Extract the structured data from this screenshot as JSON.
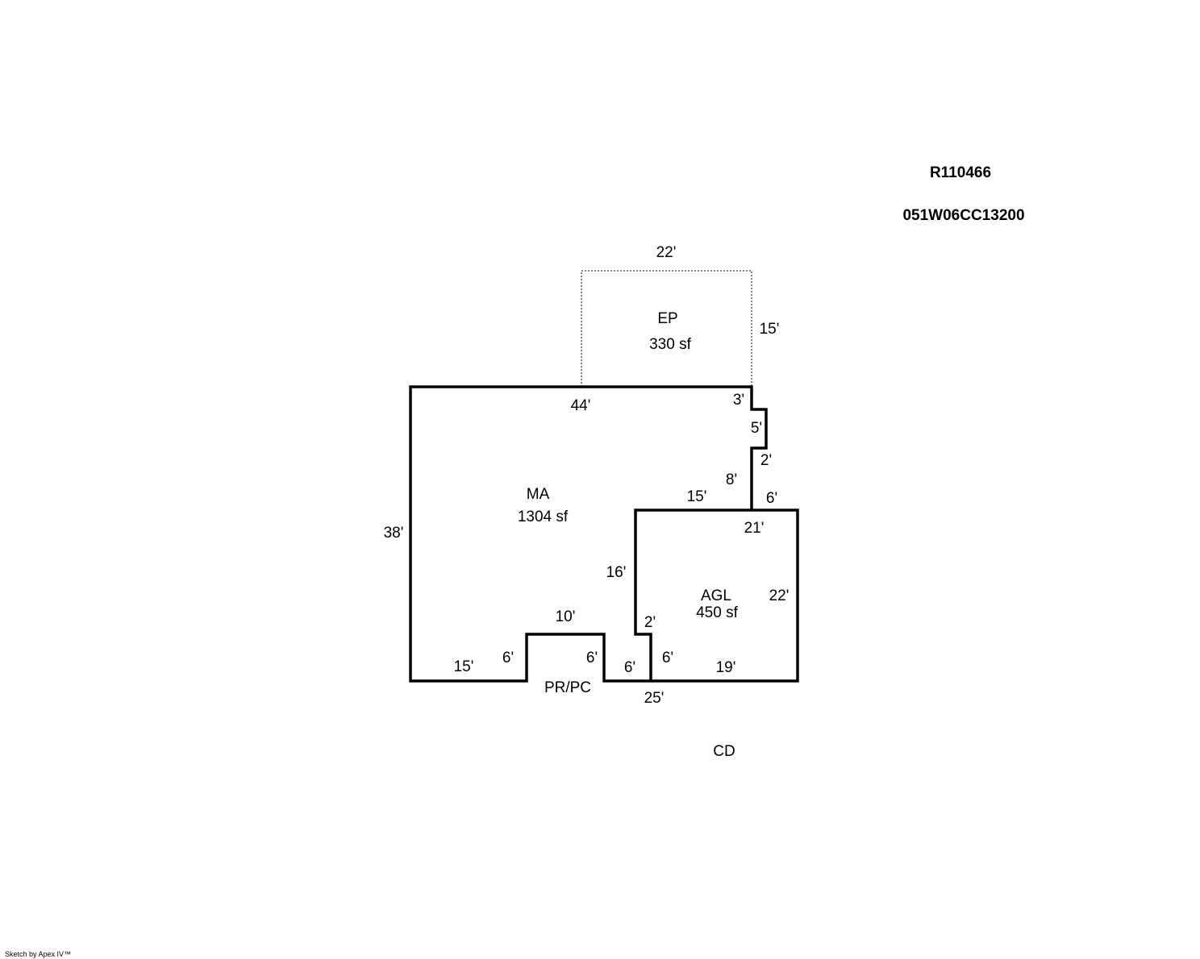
{
  "header": {
    "parcel_id": "R110466",
    "map_number": "051W06CC13200"
  },
  "areas": {
    "ep": {
      "code": "EP",
      "size": "330 sf"
    },
    "ma": {
      "code": "MA",
      "size": "1304 sf"
    },
    "agl": {
      "code": "AGL",
      "size": "450 sf"
    },
    "prpc": {
      "code": "PR/PC"
    },
    "cd": {
      "code": "CD"
    }
  },
  "dimensions": {
    "ep_top": "22'",
    "ep_right": "15'",
    "ma_top": "44'",
    "ma_left": "38'",
    "jog_3": "3'",
    "jog_5": "5'",
    "jog_2": "2'",
    "jog_8": "8'",
    "ma_15_upper": "15'",
    "agl_6_top": "6'",
    "agl_21": "21'",
    "ma_16": "16'",
    "agl_22": "22'",
    "ma_2_lower": "2'",
    "porch_10": "10'",
    "ma_15_bottom": "15'",
    "porch_6_left": "6'",
    "porch_6_right": "6'",
    "ma_6_bottom": "6'",
    "agl_6_left": "6'",
    "agl_19": "19'",
    "bottom_25": "25'"
  },
  "footer": {
    "credit": "Sketch by Apex IV™"
  }
}
